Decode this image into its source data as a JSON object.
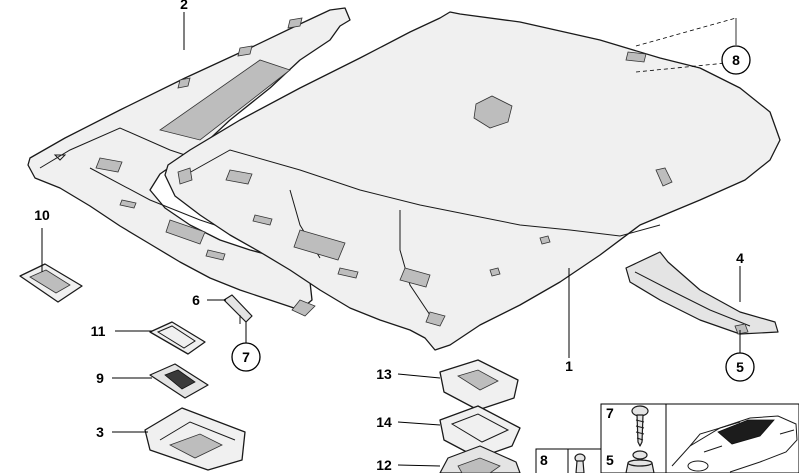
{
  "callouts": {
    "c1": "1",
    "c2": "2",
    "c3": "3",
    "c4": "4",
    "c5": "5",
    "c6": "6",
    "c7": "7",
    "c8": "8",
    "c9": "9",
    "c10": "10",
    "c11": "11",
    "c12": "12",
    "c13": "13",
    "c14": "14"
  },
  "inset": {
    "c7": "7",
    "c8": "8",
    "c5": "5"
  },
  "colors": {
    "line": "#1a1a1a",
    "fill": "#f0f0f0",
    "vehicle_roof": "#1c1c1c"
  }
}
